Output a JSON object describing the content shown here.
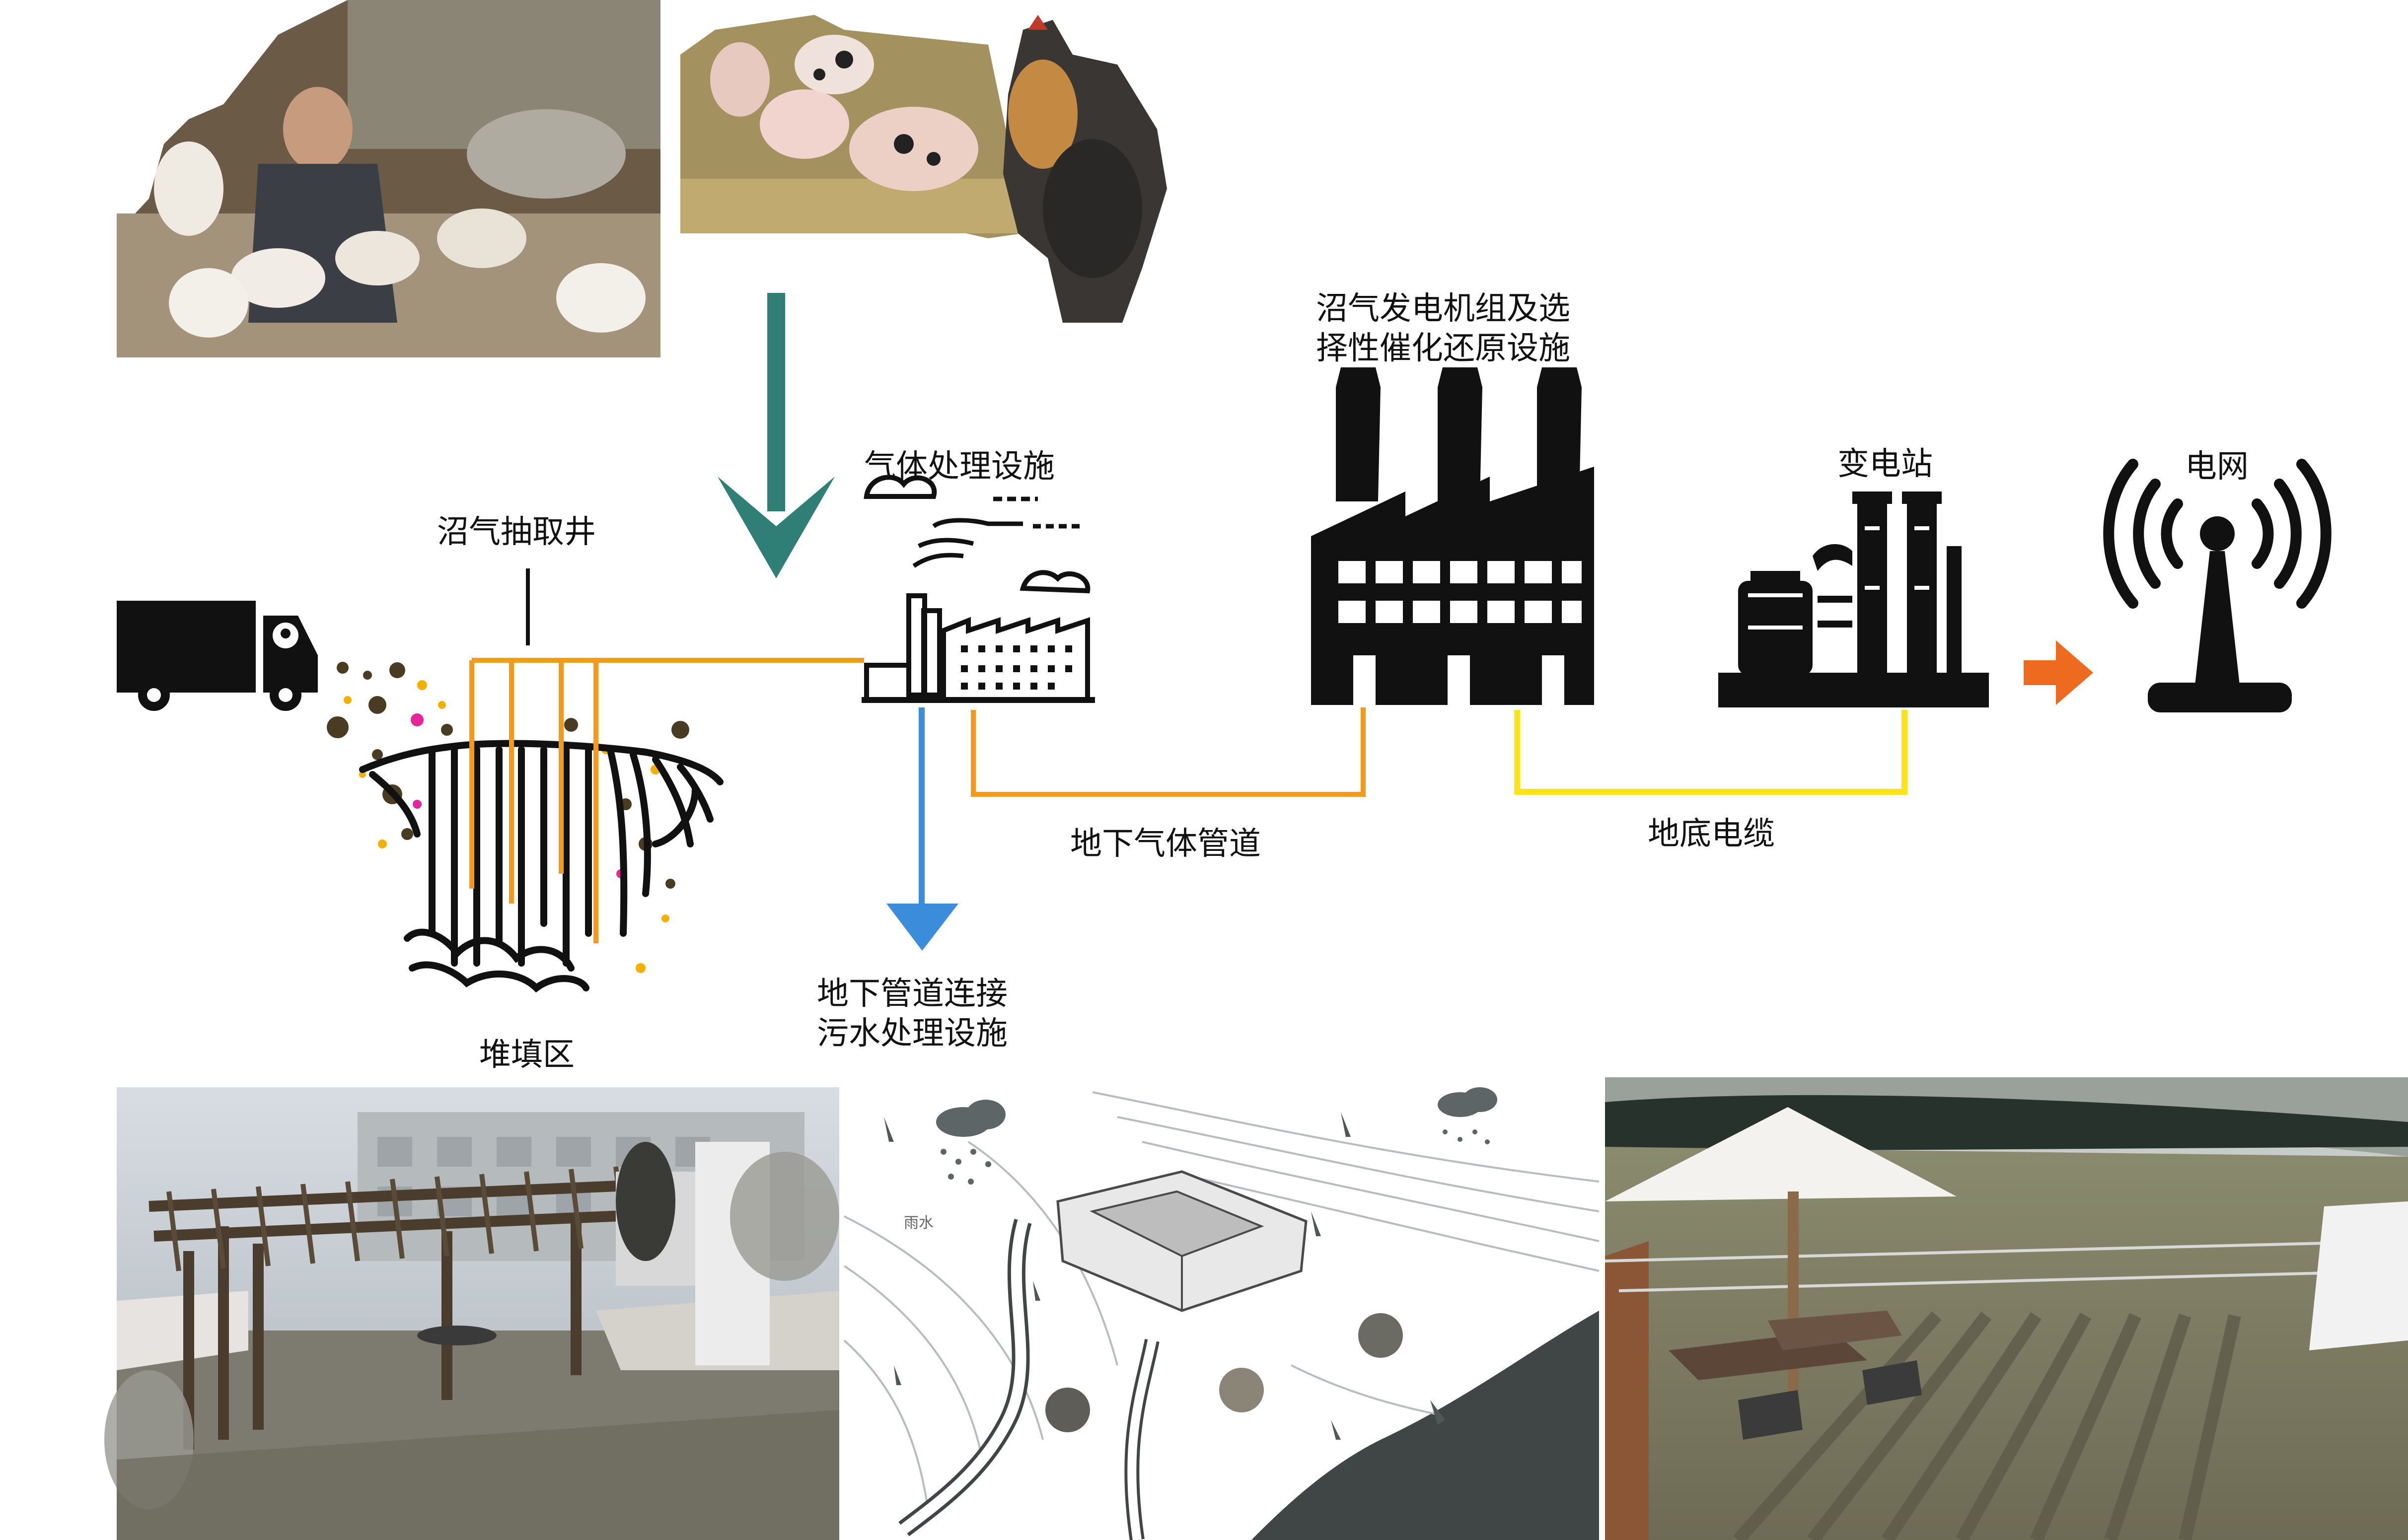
{
  "colors": {
    "black": "#111111",
    "orange_pipe": "#f39a1a",
    "yellow_cable": "#ffe21a",
    "blue_pipe": "#3b8ddb",
    "teal_arrow": "#2f7f76",
    "orange_arrow": "#ee6a1f",
    "magenta_dot": "#e8249a",
    "brown_dot": "#4a3c22",
    "gold_dot": "#f2b100"
  },
  "icons": {
    "livestock": "livestock-photo-collage",
    "truck": "truck-icon",
    "landfill": "landfill-section-icon",
    "gas_plant": "gas-processing-factory-icon",
    "power_plant": "power-plant-icon",
    "substation": "substation-icon",
    "grid": "radio-tower-icon"
  },
  "labels": {
    "extraction_well": "沼气抽取井",
    "landfill_area": "堆填区",
    "gas_treatment": "气体处理设施",
    "generator_line1": "沼气发电机组及选",
    "generator_line2": "择性催化还原设施",
    "substation": "变电站",
    "grid": "电网",
    "gas_pipe": "地下气体管道",
    "cable": "地底电缆",
    "sewage_line1": "地下管道连接",
    "sewage_line2": "污水处理设施"
  },
  "bottom_panels": {
    "middle_map_label": "雨水"
  }
}
